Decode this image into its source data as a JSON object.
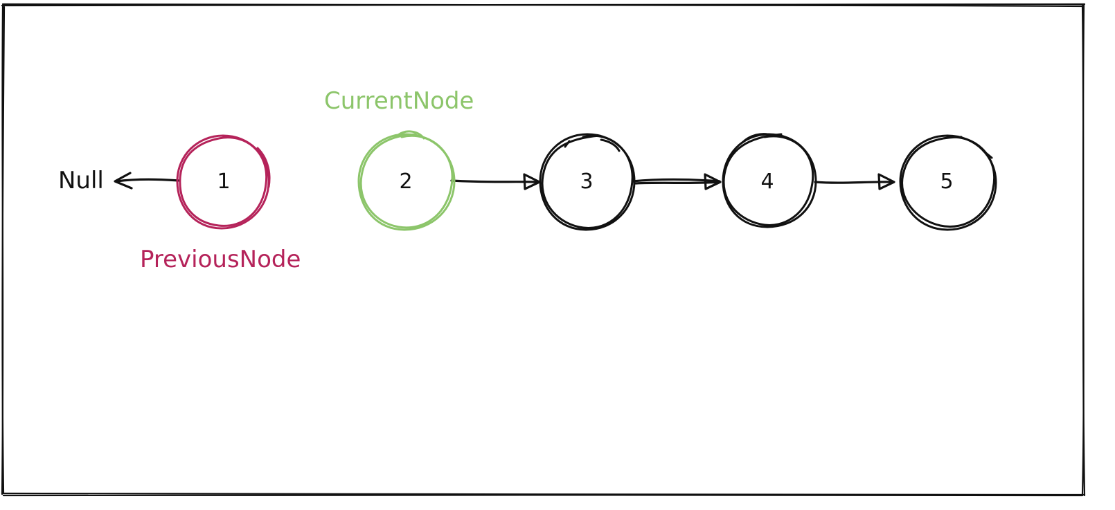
{
  "diagram": {
    "null_label": "Null",
    "previous_label": "PreviousNode",
    "current_label": "CurrentNode",
    "nodes": [
      "1",
      "2",
      "3",
      "4",
      "5"
    ],
    "colors": {
      "previous": "#b5235a",
      "current": "#8cc56a",
      "default": "#111111"
    }
  }
}
